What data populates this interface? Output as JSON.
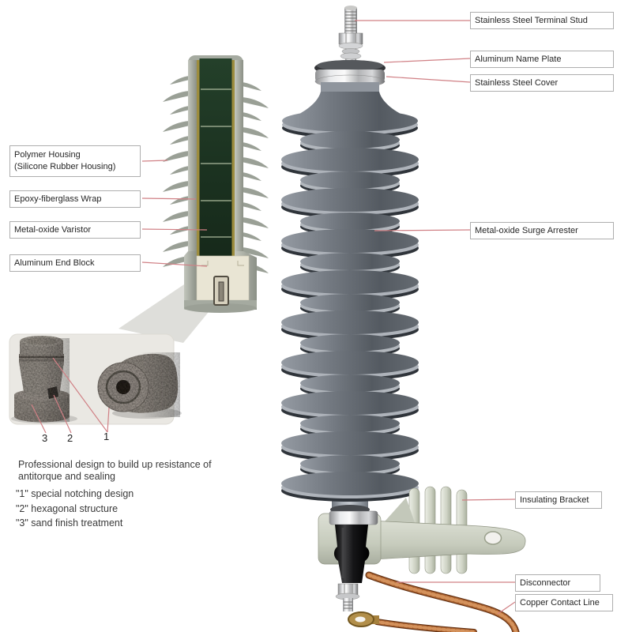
{
  "labels": {
    "right": [
      {
        "text": "Stainless Steel Terminal Stud"
      },
      {
        "text": "Aluminum Name Plate"
      },
      {
        "text": "Stainless Steel Cover"
      },
      {
        "text": "Metal-oxide Surge Arrester"
      },
      {
        "text": "Insulating Bracket"
      },
      {
        "text": "Disconnector"
      },
      {
        "text": "Copper Contact Line"
      }
    ],
    "left": [
      {
        "text": "Polymer Housing\n(Silicone Rubber Housing)"
      },
      {
        "text": "Epoxy-fiberglass Wrap"
      },
      {
        "text": "Metal-oxide Varistor"
      },
      {
        "text": "Aluminum End Block"
      }
    ]
  },
  "inset": {
    "numbers": [
      "3",
      "2",
      "1"
    ]
  },
  "notes": {
    "intro": "Professional design to build up resistance of\nantitorque and sealing",
    "items": [
      "\"1\" special notching design",
      "\"2\" hexagonal structure",
      "\"3\" sand finish treatment"
    ]
  },
  "colors": {
    "leader_line": "#d08085",
    "housing_gray": "#777d85",
    "varistor_green": "#1f3723",
    "bracket_sage": "#ccd1c4",
    "copper": "#a8602e"
  }
}
